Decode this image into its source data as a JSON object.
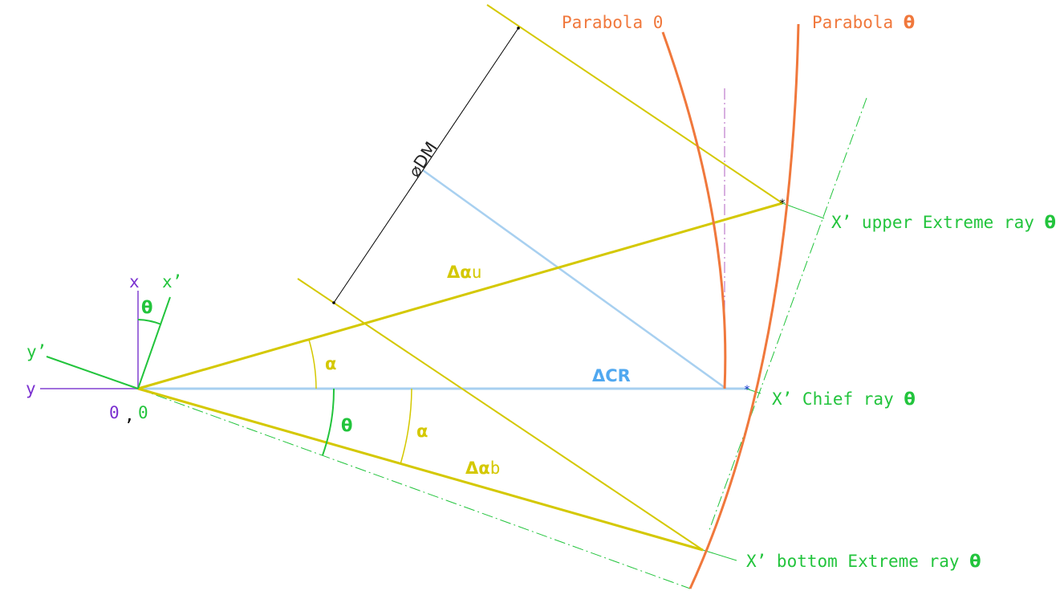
{
  "labels": {
    "parabola_0": "Parabola 0",
    "parabola_theta": "Parabola ",
    "parabola_theta_symbol": "θ",
    "upper_ray": "X’ upper Extreme ray ",
    "chief_ray": "X’ Chief ray ",
    "bottom_ray": "X’ bottom Extreme ray ",
    "theta": "θ",
    "diameter": "⌀DM",
    "delta_alpha_u_sym": "Δα",
    "delta_alpha_u_sub": "u",
    "delta_alpha_b_sym": "Δα",
    "delta_alpha_b_sub": "b",
    "delta_cr": "ΔCR",
    "alpha": "α",
    "axis_x": "x",
    "axis_x_prime": "x’",
    "axis_y": "y",
    "axis_y_prime": "y’",
    "origin_0": "0",
    "origin_comma": ",",
    "origin_0_prime": "0"
  },
  "colors": {
    "yellow": "#d4c800",
    "orange": "#f0783c",
    "green": "#22c43c",
    "purple": "#a070dc",
    "purple_text": "#7a30d0",
    "light_blue": "#a8d0f0",
    "blue_text": "#50a8f0",
    "black": "#000000"
  }
}
